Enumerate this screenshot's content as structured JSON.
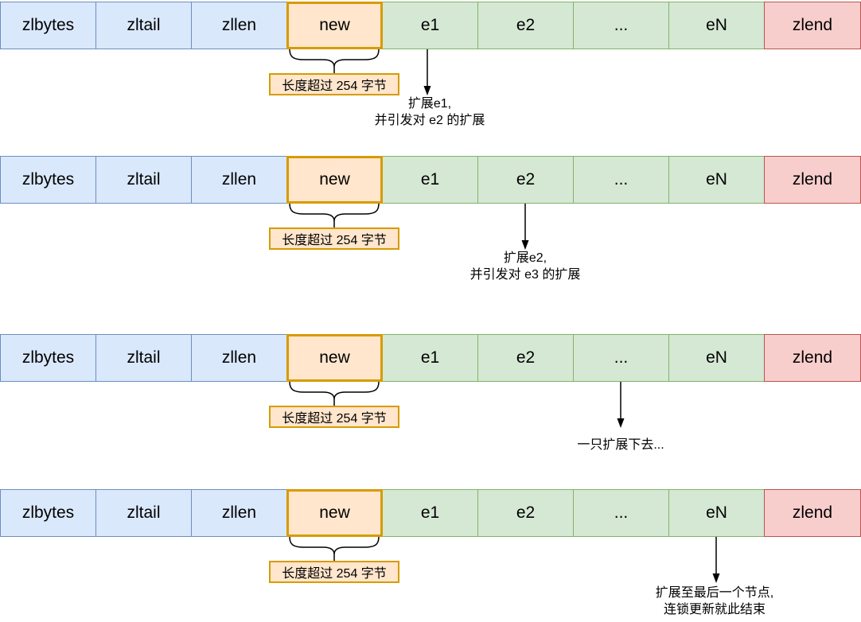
{
  "colors": {
    "blue-fill": "#dae8fc",
    "blue-stroke": "#6c8ebf",
    "orange-fill": "#ffe6cc",
    "orange-stroke": "#d79b00",
    "green-fill": "#d5e8d4",
    "green-stroke": "#82b366",
    "red-fill": "#f8cecc",
    "red-stroke": "#b85450",
    "line": "#000000",
    "text": "#000000"
  },
  "cells": {
    "labels": [
      "zlbytes",
      "zltail",
      "zllen",
      "new",
      "e1",
      "e2",
      "...",
      "eN",
      "zlend"
    ]
  },
  "callout": {
    "label": "长度超过 254 字节"
  },
  "rows": [
    {
      "arrow_from": "e1",
      "annotation": {
        "line1": "扩展e1,",
        "line2": "并引发对 e2 的扩展"
      }
    },
    {
      "arrow_from": "e2",
      "annotation": {
        "line1": "扩展e2,",
        "line2": "并引发对 e3 的扩展"
      }
    },
    {
      "arrow_from": "...",
      "annotation": {
        "line1": "一只扩展下去..."
      }
    },
    {
      "arrow_from": "eN",
      "annotation": {
        "line1": "扩展至最后一个节点,",
        "line2": "连锁更新就此结束"
      }
    }
  ]
}
